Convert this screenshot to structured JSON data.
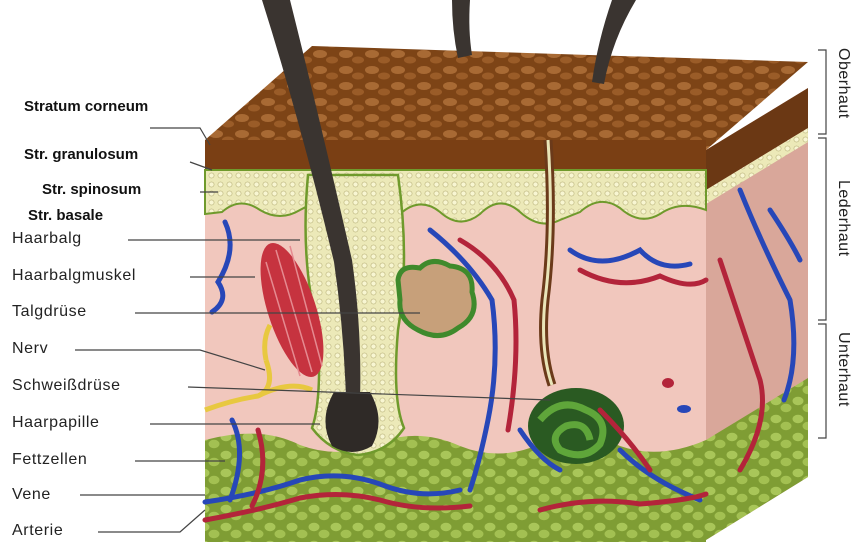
{
  "labels": {
    "stratum_corneum": "Stratum corneum",
    "str_granulosum": "Str. granulosum",
    "str_spinosum": "Str. spinosum",
    "str_basale": "Str. basale",
    "haarbalg": "Haarbalg",
    "haarbalgmuskel": "Haarbalgmuskel",
    "talgdruese": "Talgdrüse",
    "nerv": "Nerv",
    "schweissdruese": "Schweißdrüse",
    "haarpapille": "Haarpapille",
    "fettzellen": "Fettzellen",
    "vene": "Vene",
    "arterie": "Arterie"
  },
  "side_labels": {
    "oberhaut": "Oberhaut",
    "lederhaut": "Lederhaut",
    "unterhaut": "Unterhaut"
  },
  "colors": {
    "epidermis_brown": "#8a4a1c",
    "dermis_pink": "#f1c7bd",
    "fat_green": "#9ab84a",
    "vein_blue": "#2747b8",
    "artery_red": "#b3243a",
    "hair_dark": "#3a3430",
    "muscle_red": "#c6333f",
    "nerve_yellow": "#e8c840"
  }
}
